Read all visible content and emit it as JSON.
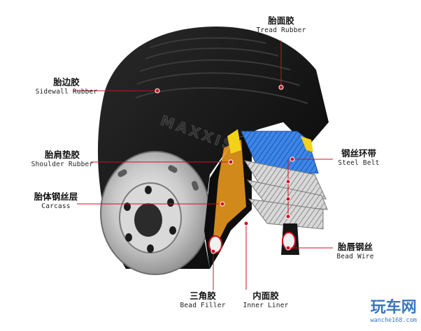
{
  "diagram": {
    "brand_on_sidewall": "MAXXIS",
    "labels": [
      {
        "id": "tread-rubber",
        "cn": "胎面胶",
        "en": "Tread Rubber"
      },
      {
        "id": "sidewall-rubber",
        "cn": "胎边胶",
        "en": "Sidewall Rubber"
      },
      {
        "id": "shoulder-rubber",
        "cn": "胎肩垫胶",
        "en": "Shoulder Rubber"
      },
      {
        "id": "carcass",
        "cn": "胎体钢丝层",
        "en": "Carcass"
      },
      {
        "id": "steel-belt",
        "cn": "钢丝环带",
        "en": "Steel Belt"
      },
      {
        "id": "bead-wire",
        "cn": "胎唇钢丝",
        "en": "Bead Wire"
      },
      {
        "id": "bead-filler",
        "cn": "三角胶",
        "en": "Bead Filler"
      },
      {
        "id": "inner-liner",
        "cn": "内面胶",
        "en": "Inner Liner"
      }
    ]
  },
  "watermark": {
    "main": "玩车网",
    "sub": "wanche168.com"
  },
  "colors": {
    "leader": "#d01020",
    "tire": "#121212",
    "steel_belt": "#2a6fd6",
    "layer": "#b0b0b0",
    "carcass": "#f5a020"
  }
}
